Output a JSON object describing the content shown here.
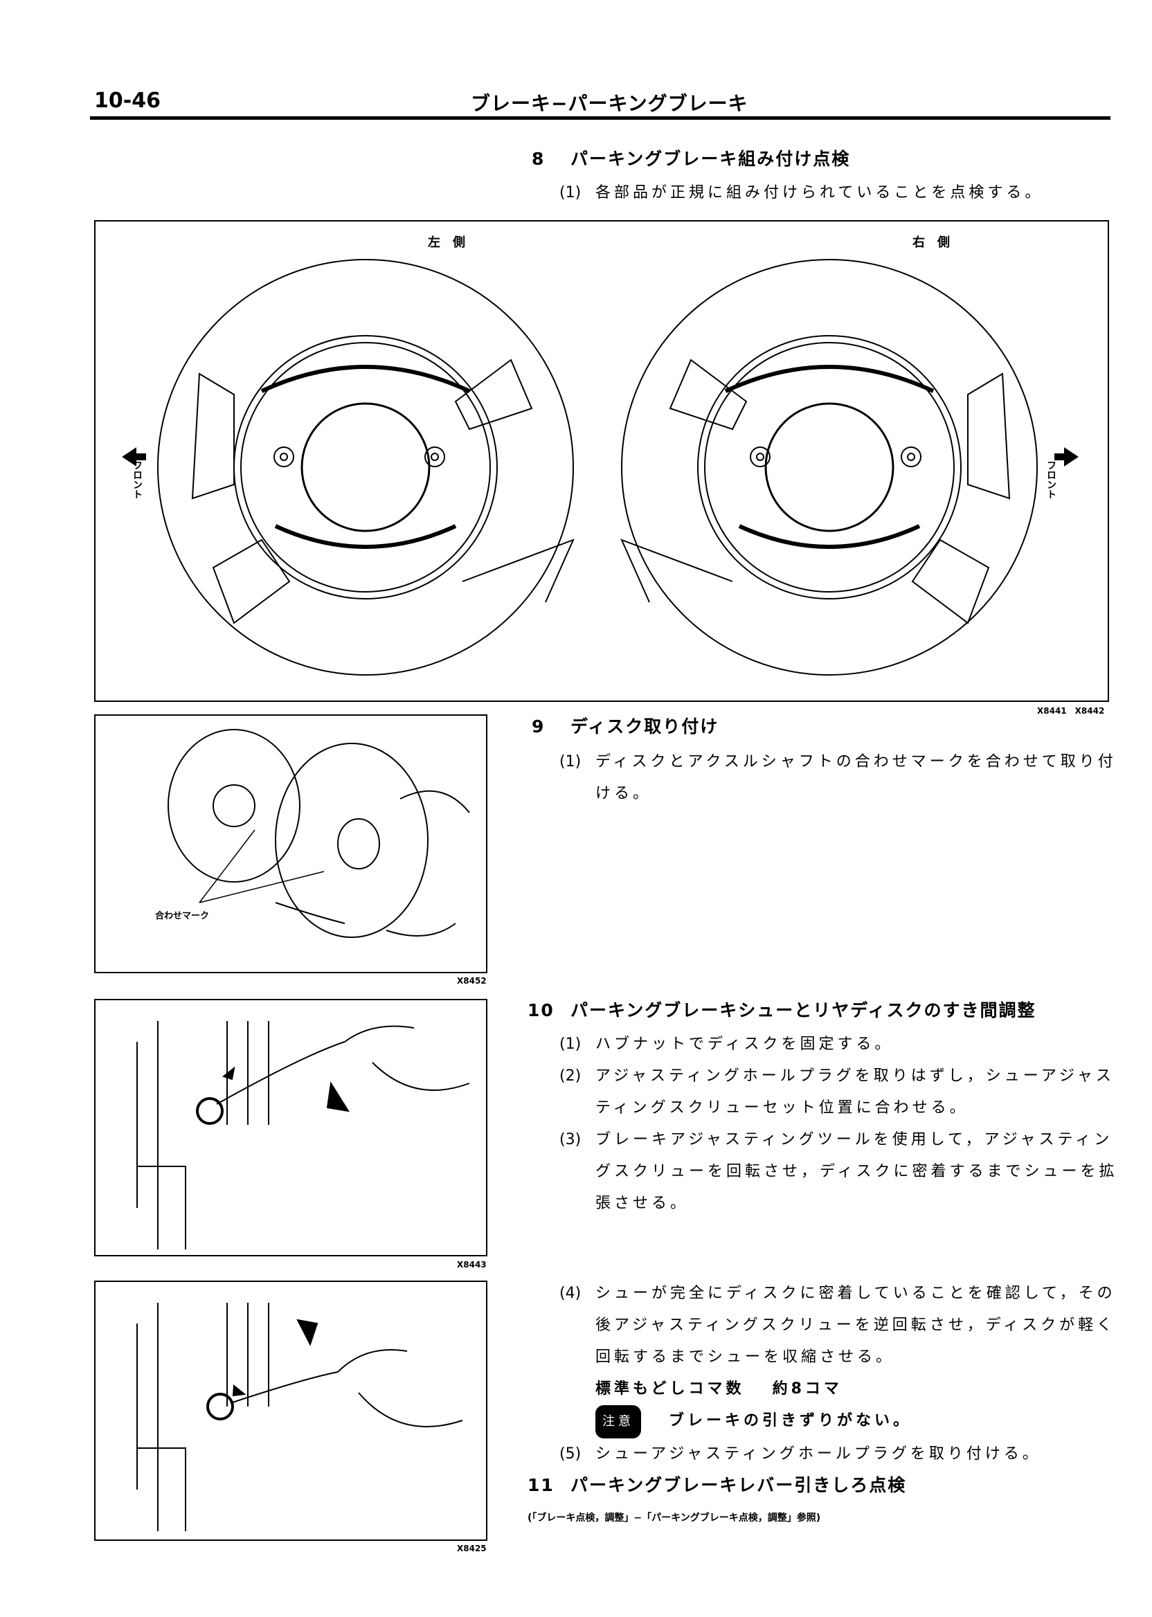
{
  "header": {
    "page_number": "10-46",
    "running_title": "ブレーキ−パーキングブレーキ"
  },
  "step8": {
    "number": "8",
    "title": "パーキングブレーキ組み付け点検",
    "items": [
      {
        "num": "(1)",
        "text": "各部品が正規に組み付けられていることを点検する。"
      }
    ]
  },
  "figure1": {
    "left_label": "左　側",
    "right_label": "右　側",
    "front_label": "フロント",
    "codes": "X8441　X8442"
  },
  "step9": {
    "number": "9",
    "title": "ディスク取り付け",
    "items": [
      {
        "num": "(1)",
        "lines": [
          "ディスクとアクスルシャフトの合わせマークを合わせて取り付",
          "ける。"
        ]
      }
    ]
  },
  "figure2": {
    "callout": "合わせマーク",
    "code": "X8452"
  },
  "step10": {
    "number": "10",
    "title": "パーキングブレーキシューとリヤディスクのすき間調整",
    "items": [
      {
        "num": "(1)",
        "lines": [
          "ハブナットでディスクを固定する。"
        ]
      },
      {
        "num": "(2)",
        "lines": [
          "アジャスティングホールプラグを取りはずし，シューアジャス",
          "ティングスクリューセット位置に合わせる。"
        ]
      },
      {
        "num": "(3)",
        "lines": [
          "ブレーキアジャスティングツールを使用して，アジャスティン",
          "グスクリューを回転させ，ディスクに密着するまでシューを拡",
          "張させる。"
        ]
      },
      {
        "num": "(4)",
        "lines": [
          "シューが完全にディスクに密着していることを確認して，その",
          "後アジャスティングスクリューを逆回転させ，ディスクが軽く",
          "回転するまでシューを収縮させる。"
        ]
      },
      {
        "num": "(5)",
        "lines": [
          "シューアジャスティングホールプラグを取り付ける。"
        ]
      }
    ],
    "spec_label": "標準もどしコマ数",
    "spec_value": "約8コマ",
    "caution_badge": "注意",
    "caution_text": "ブレーキの引きずりがない。"
  },
  "figure3": {
    "code": "X8443"
  },
  "figure4": {
    "code": "X8425"
  },
  "step11": {
    "number": "11",
    "title": "パーキングブレーキレバー引きしろ点検",
    "reference": "(「ブレーキ点検，調整」−「パーキングブレーキ点検，調整」参照)"
  }
}
